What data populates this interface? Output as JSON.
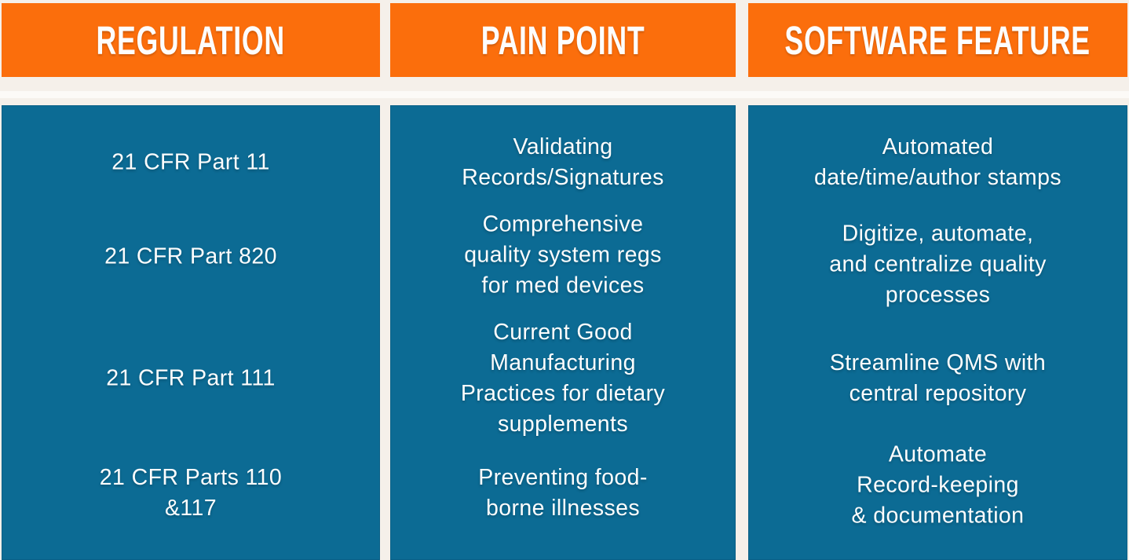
{
  "palette": {
    "orange": "#FB6E0C",
    "blue": "#0C6B94",
    "background": "#F5F0EA",
    "divider": "#FDFBF8",
    "text_light": "#FDFDFD"
  },
  "table": {
    "headers": [
      {
        "label": "REGULATION"
      },
      {
        "label": "PAIN POINT"
      },
      {
        "label": "SOFTWARE FEATURE"
      }
    ],
    "rows": [
      {
        "regulation": "21 CFR Part 11",
        "pain_point": "Validating\nRecords/Signatures",
        "software_feature": "Automated\ndate/time/author stamps"
      },
      {
        "regulation": "21 CFR Part 820",
        "pain_point": "Comprehensive\nquality system regs\nfor med devices",
        "software_feature": "Digitize, automate,\nand centralize quality\nprocesses"
      },
      {
        "regulation": "21 CFR Part 111",
        "pain_point": "Current Good\nManufacturing\nPractices for dietary\nsupplements",
        "software_feature": "Streamline QMS with\ncentral repository"
      },
      {
        "regulation": "21 CFR Parts 110\n&117",
        "pain_point": "Preventing food-\nborne illnesses",
        "software_feature": "Automate\nRecord-keeping\n& documentation"
      }
    ]
  },
  "chart_data": {
    "type": "table",
    "title": "",
    "columns": [
      "REGULATION",
      "PAIN POINT",
      "SOFTWARE FEATURE"
    ],
    "rows": [
      [
        "21 CFR Part 11",
        "Validating Records/Signatures",
        "Automated date/time/author stamps"
      ],
      [
        "21 CFR Part 820",
        "Comprehensive quality system regs for med devices",
        "Digitize, automate, and centralize quality processes"
      ],
      [
        "21 CFR Part 111",
        "Current Good Manufacturing Practices for dietary supplements",
        "Streamline QMS with central repository"
      ],
      [
        "21 CFR Parts 110 &117",
        "Preventing food-borne illnesses",
        "Automate Record-keeping & documentation"
      ]
    ],
    "layout": {
      "header_color": "#FB6E0C",
      "body_color": "#0C6B94",
      "text_color": "#FDFDFD",
      "background": "#F5F0EA"
    }
  }
}
